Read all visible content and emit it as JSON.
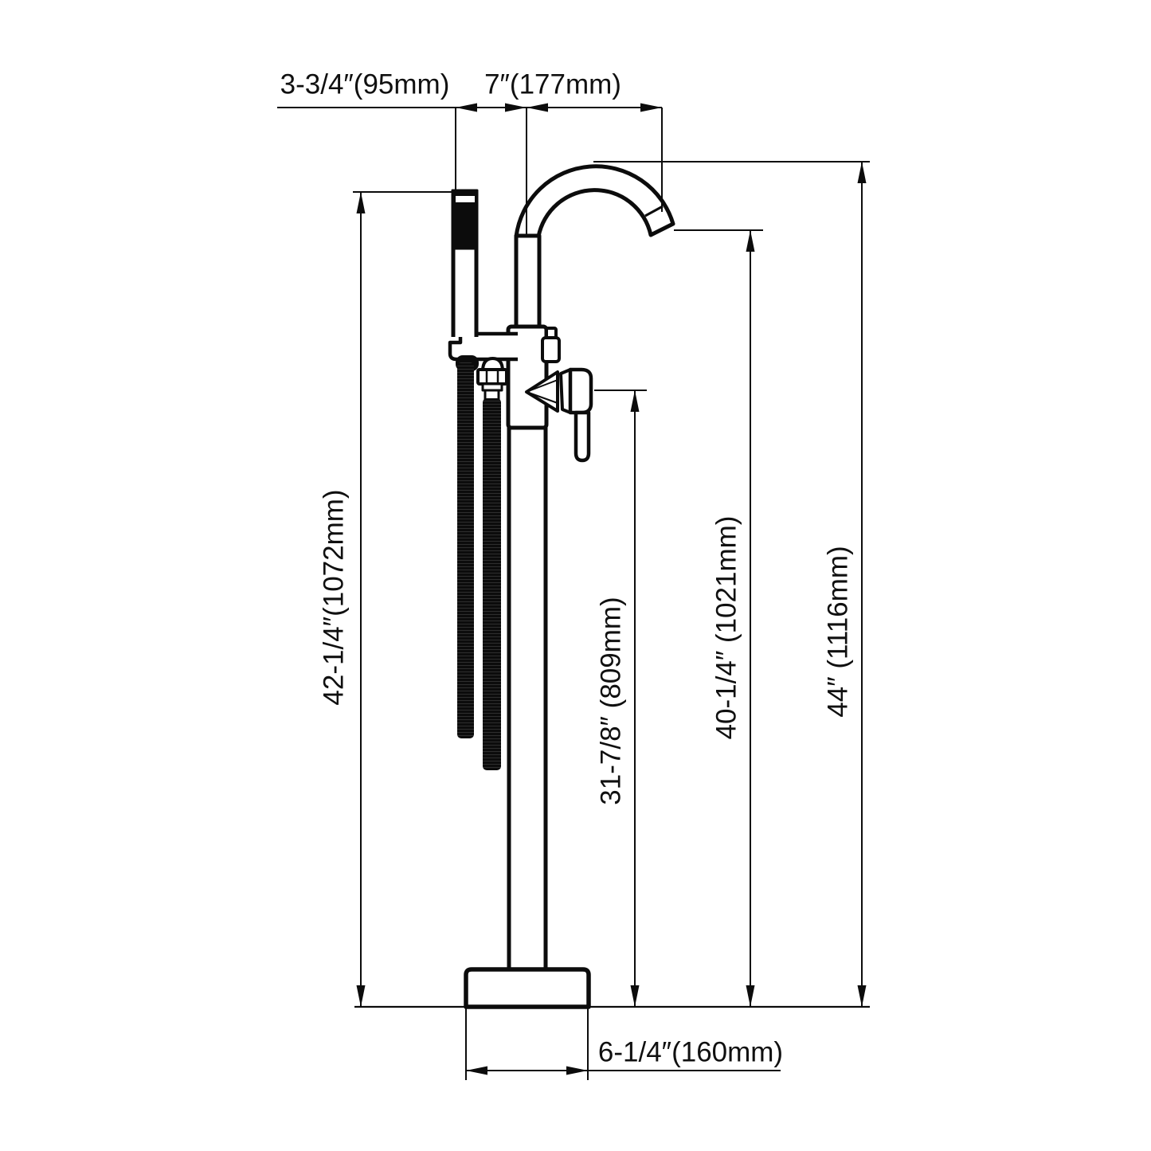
{
  "drawing": {
    "background": "#ffffff",
    "line_color": "#0c0c0c",
    "labels": {
      "spray_offset": "3-3/4″(95mm)",
      "spout_reach": "7″(177mm)",
      "hand_shower_height": "42-1/4″(1072mm)",
      "handle_height": "31-7/8″ (809mm)",
      "spout_outlet_height": "40-1/4″ (1021mm)",
      "overall_height": "44″ (1116mm)",
      "base_width": "6-1/4″(160mm)"
    }
  }
}
